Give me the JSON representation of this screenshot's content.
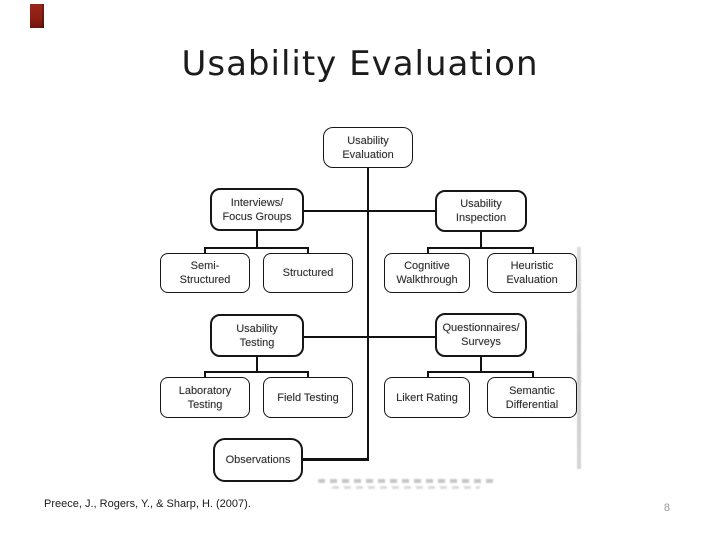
{
  "slide": {
    "title": "Usability Evaluation",
    "footer": {
      "citation": "Preece, J., Rogers, Y., & Sharp, H. (2007).",
      "page_number": "8"
    },
    "accent_color": "#8E1F14",
    "colors": {
      "box_border": "#161616",
      "box_text": "#2B2B2B",
      "connector_line": "#121212",
      "page_number_gray": "#9A9A9A",
      "scan_artifact_gray": "#C9C9C9"
    }
  },
  "diagram": {
    "type": "tree",
    "nodes": {
      "usability_evaluation": {
        "label": "Usability\nEvaluation",
        "children": [
          "interviews_focus_groups",
          "usability_inspection",
          "usability_testing",
          "questionnaires_surveys",
          "observations"
        ]
      },
      "interviews_focus_groups": {
        "label": "Interviews/\nFocus Groups",
        "children": [
          "semi_structured",
          "structured"
        ]
      },
      "usability_inspection": {
        "label": "Usability\nInspection",
        "children": [
          "cognitive_walkthrough",
          "heuristic_evaluation"
        ]
      },
      "semi_structured": {
        "label": "Semi-\nStructured",
        "children": []
      },
      "structured": {
        "label": "Structured",
        "children": []
      },
      "cognitive_walkthrough": {
        "label": "Cognitive\nWalkthrough",
        "children": []
      },
      "heuristic_evaluation": {
        "label": "Heuristic\nEvaluation",
        "children": []
      },
      "usability_testing": {
        "label": "Usability\nTesting",
        "children": [
          "laboratory_testing",
          "field_testing"
        ]
      },
      "questionnaires_surveys": {
        "label": "Questionnaires/\nSurveys",
        "children": [
          "likert_rating",
          "semantic_differential"
        ]
      },
      "laboratory_testing": {
        "label": "Laboratory\nTesting",
        "children": []
      },
      "field_testing": {
        "label": "Field Testing",
        "children": []
      },
      "likert_rating": {
        "label": "Likert Rating",
        "children": []
      },
      "semantic_differential": {
        "label": "Semantic\nDifferential",
        "children": []
      },
      "observations": {
        "label": "Observations",
        "children": []
      }
    }
  }
}
